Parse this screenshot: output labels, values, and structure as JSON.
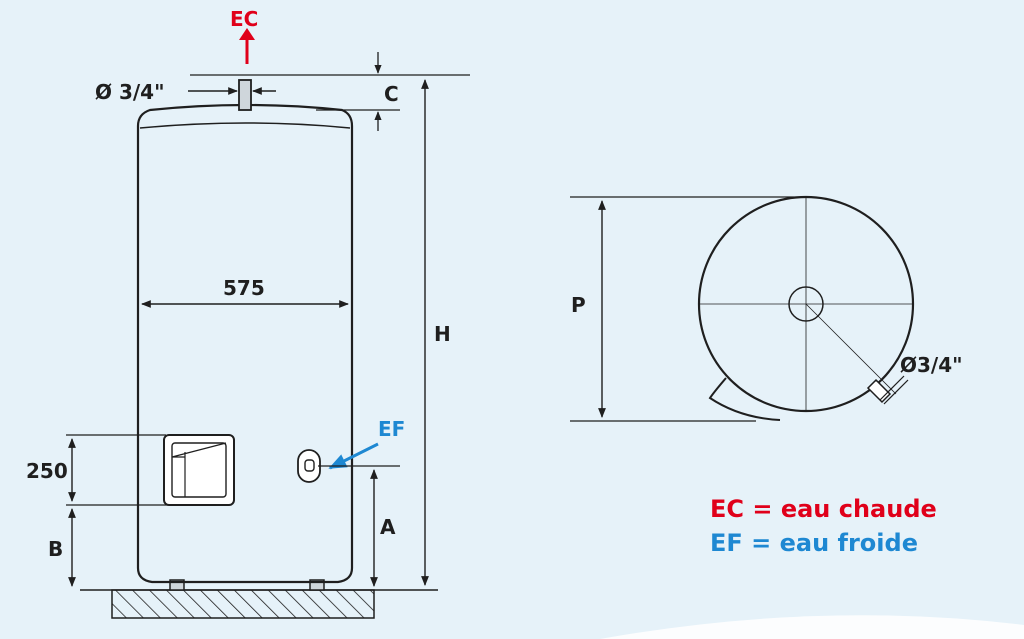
{
  "labels": {
    "ec_outlet": "EC",
    "ec_diameter": "Ø 3/4\"",
    "dim_c": "C",
    "dim_h": "H",
    "dim_width": "575",
    "ef_inlet": "EF",
    "dim_250": "250",
    "dim_a": "A",
    "dim_b": "B",
    "dim_p": "P",
    "ef_diameter": "Ø3/4\""
  },
  "legend": {
    "ec": "EC = eau chaude",
    "ef": "EF = eau froide"
  },
  "colors": {
    "background": "#e6f2f9",
    "hot_water": "#e0001a",
    "cold_water": "#1e88d2",
    "line": "#1f1f1f"
  }
}
